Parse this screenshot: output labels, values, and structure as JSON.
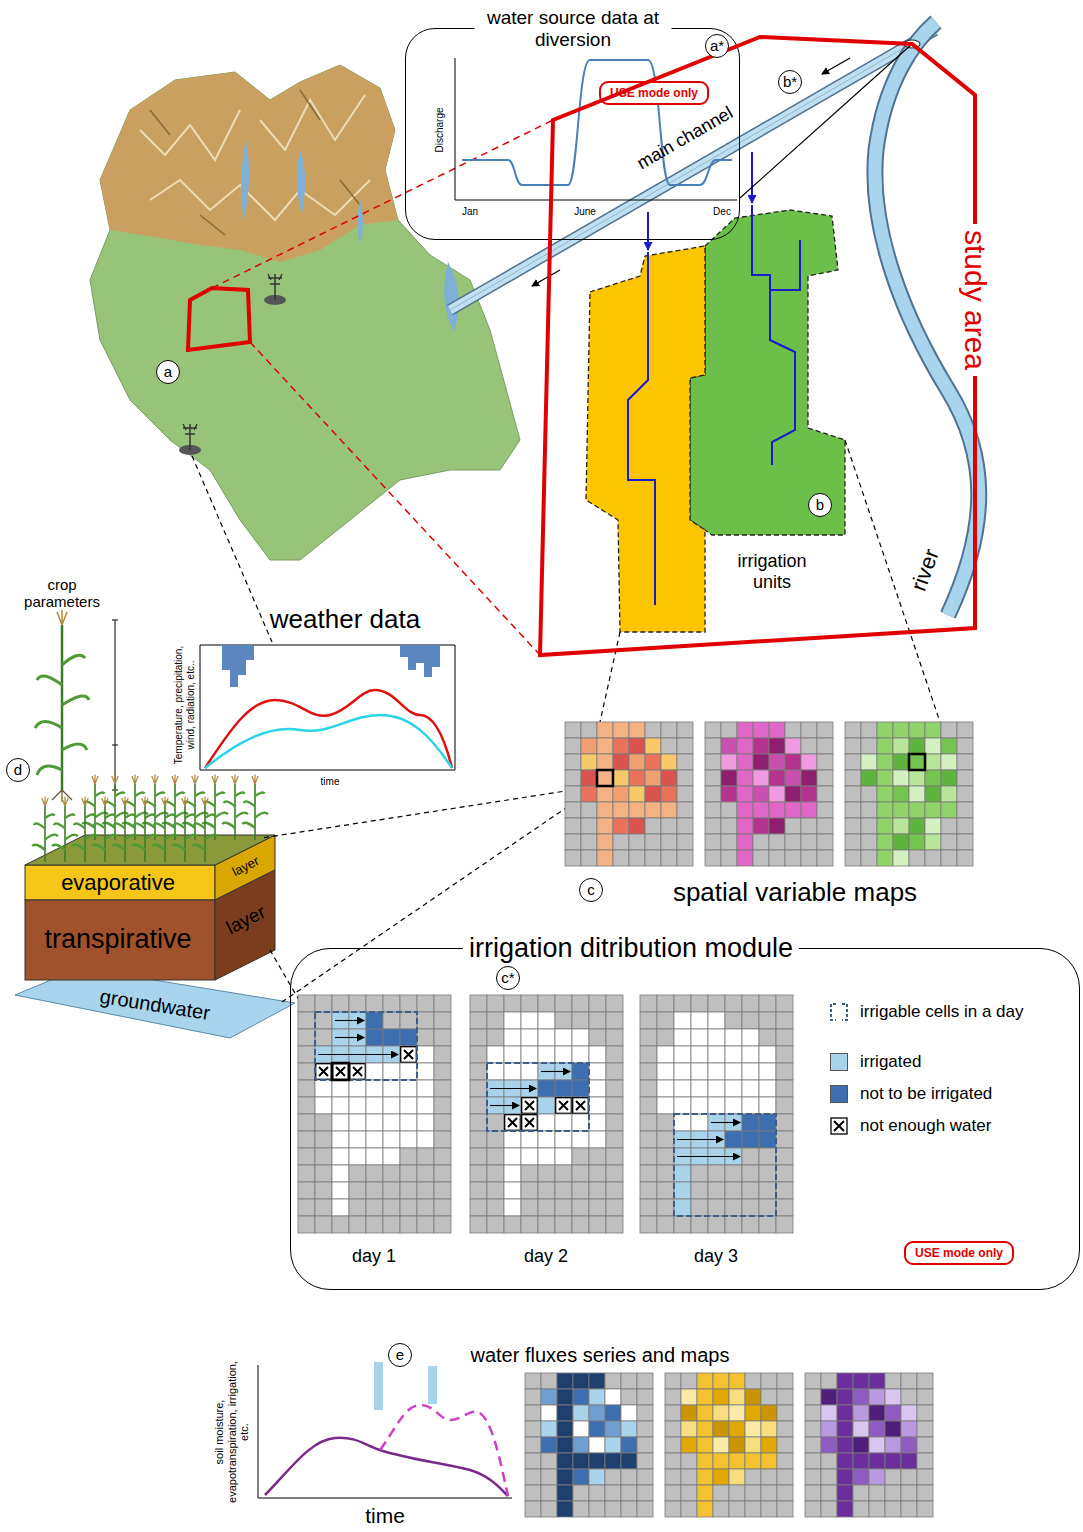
{
  "diagram": {
    "nodes": [
      {
        "text": [
          "water source data at diversion"
        ]
      },
      {
        "text": [
          "USE mode only"
        ],
        "in": 0
      },
      {
        "text": [
          "study area"
        ]
      },
      {
        "text": [
          "irrigation ditribution module"
        ]
      },
      {
        "text": [
          "USE mode only"
        ],
        "in": 3
      }
    ],
    "edges": [
      {
        "from": 0,
        "to": 2,
        "arrow": "none"
      }
    ],
    "labels": [
      "a*",
      "Discharge",
      "Jan",
      "June",
      "Dec",
      "main channel",
      "b*",
      "b",
      "irrigation units",
      "river",
      "a",
      "crop parameters",
      "weather data",
      "Temperature, precipitation, wind, radiation, etc..",
      "time",
      "c",
      "spatial variable maps",
      "d",
      "evaporative",
      "layer",
      "transpirative",
      "layer",
      "groundwater",
      "c*",
      "day 1",
      "day 2",
      "day 3",
      "e",
      "water fluxes series and maps",
      "soil moisture, evapotranspiration, irrigation, etc.",
      "time"
    ],
    "legend": [
      {
        "text": "irrigable cells in a day"
      },
      {
        "text": "irrigated",
        "color": "#a9d3ea"
      },
      {
        "text": "not to be irrigated",
        "color": "#3c6eb0"
      },
      {
        "text": "not enough water"
      }
    ]
  }
}
